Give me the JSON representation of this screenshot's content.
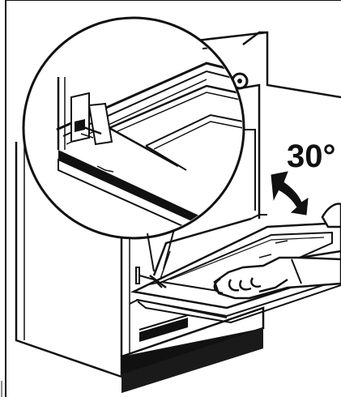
{
  "illustration": {
    "angle_label": "30°",
    "ink_color": "#111111",
    "paper_color": "#ffffff",
    "parts": [
      "oven-body",
      "oven-door",
      "door-hinge",
      "door-glass-panel",
      "bottom-drawer",
      "magnifier-circle",
      "rotation-arrow",
      "hands"
    ]
  }
}
